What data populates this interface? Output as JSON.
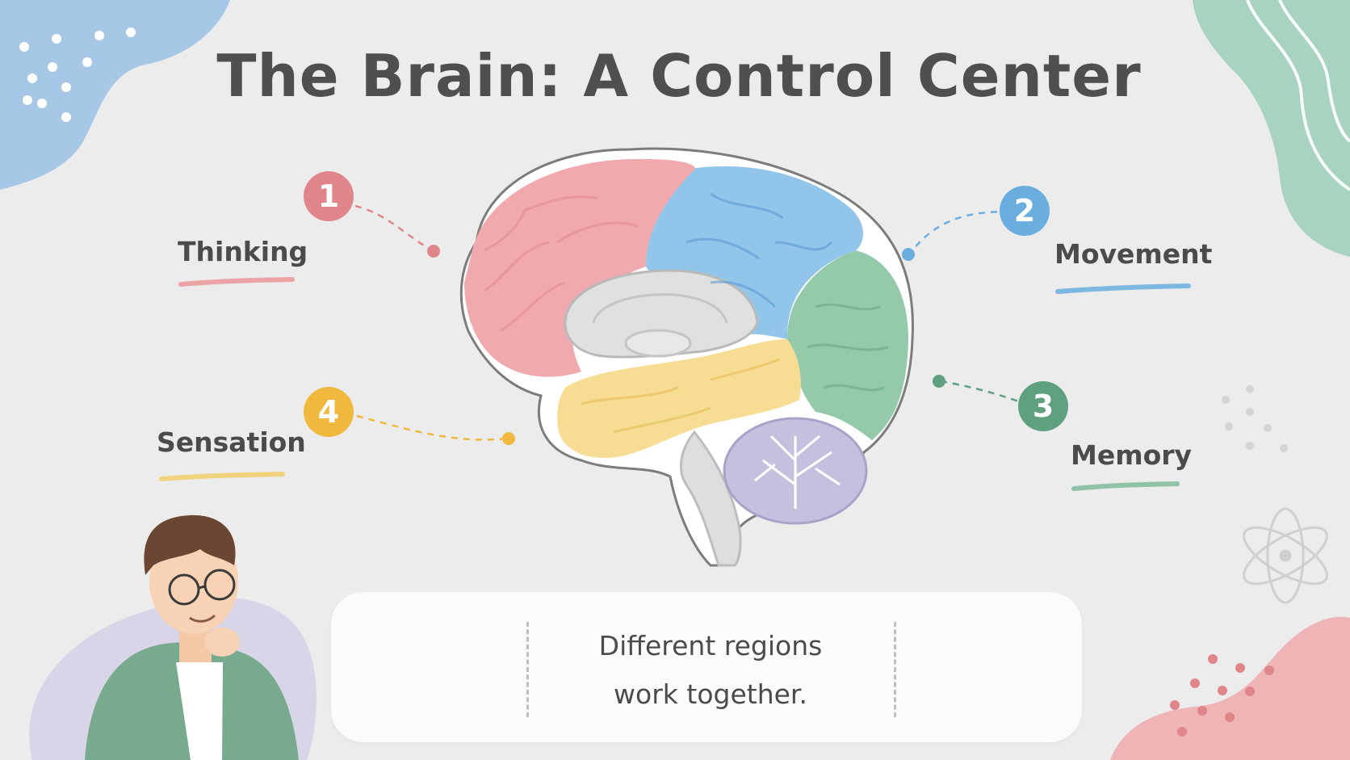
{
  "title": "The Brain: A Control Center",
  "regions": [
    {
      "number": "1",
      "label": "Thinking",
      "color": "#e0868a"
    },
    {
      "number": "2",
      "label": "Movement",
      "color": "#6aaee0"
    },
    {
      "number": "3",
      "label": "Memory",
      "color": "#5fa07e"
    },
    {
      "number": "4",
      "label": "Sensation",
      "color": "#f0b83d"
    }
  ],
  "caption": {
    "line1": "Different regions",
    "line2": "work together."
  },
  "colors": {
    "frontal_lobe": "#f0aaae",
    "parietal_lobe": "#92c5ea",
    "occipital_lobe": "#94c9aa",
    "temporal_lobe": "#f6dd93",
    "cerebellum": "#c6c0df",
    "background": "#ececec"
  }
}
